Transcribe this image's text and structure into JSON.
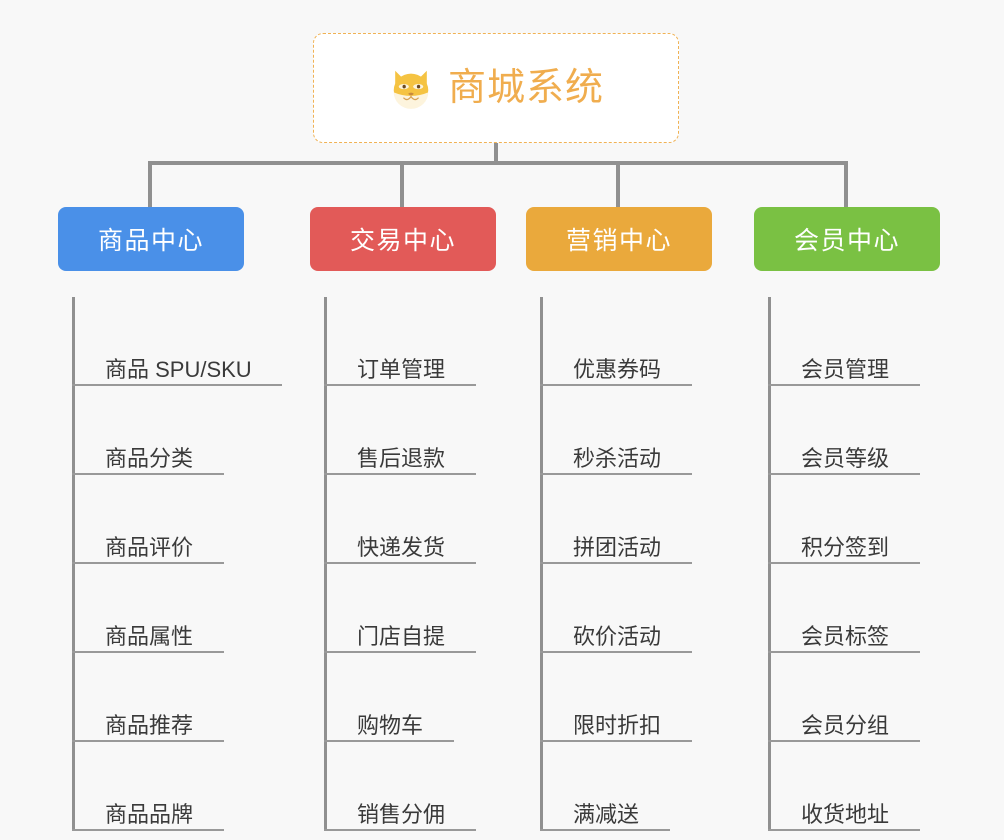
{
  "root": {
    "title": "商城系统",
    "icon": "shiba-dog-face-icon",
    "border_color": "#f0b254",
    "text_color": "#f0ad4e",
    "background": "#ffffff"
  },
  "canvas": {
    "background": "#f8f8f8",
    "line_color": "#909090"
  },
  "columns": [
    {
      "id": "product-center",
      "label": "商品中心",
      "color": "#4a90e8",
      "items": [
        {
          "label": "商品 SPU/SKU",
          "rule_width": 210
        },
        {
          "label": "商品分类",
          "rule_width": 152
        },
        {
          "label": "商品评价",
          "rule_width": 152
        },
        {
          "label": "商品属性",
          "rule_width": 152
        },
        {
          "label": "商品推荐",
          "rule_width": 152
        },
        {
          "label": "商品品牌",
          "rule_width": 152
        }
      ]
    },
    {
      "id": "trade-center",
      "label": "交易中心",
      "color": "#e25a58",
      "items": [
        {
          "label": "订单管理",
          "rule_width": 152
        },
        {
          "label": "售后退款",
          "rule_width": 152
        },
        {
          "label": "快递发货",
          "rule_width": 152
        },
        {
          "label": "门店自提",
          "rule_width": 152
        },
        {
          "label": "购物车",
          "rule_width": 130
        },
        {
          "label": "销售分佣",
          "rule_width": 152
        }
      ]
    },
    {
      "id": "marketing-center",
      "label": "营销中心",
      "color": "#eaa93c",
      "items": [
        {
          "label": "优惠券码",
          "rule_width": 152
        },
        {
          "label": "秒杀活动",
          "rule_width": 152
        },
        {
          "label": "拼团活动",
          "rule_width": 152
        },
        {
          "label": "砍价活动",
          "rule_width": 152
        },
        {
          "label": "限时折扣",
          "rule_width": 152
        },
        {
          "label": "满减送",
          "rule_width": 130
        }
      ]
    },
    {
      "id": "member-center",
      "label": "会员中心",
      "color": "#7ac143",
      "items": [
        {
          "label": "会员管理",
          "rule_width": 152
        },
        {
          "label": "会员等级",
          "rule_width": 152
        },
        {
          "label": "积分签到",
          "rule_width": 152
        },
        {
          "label": "会员标签",
          "rule_width": 152
        },
        {
          "label": "会员分组",
          "rule_width": 152
        },
        {
          "label": "收货地址",
          "rule_width": 152
        }
      ]
    }
  ]
}
